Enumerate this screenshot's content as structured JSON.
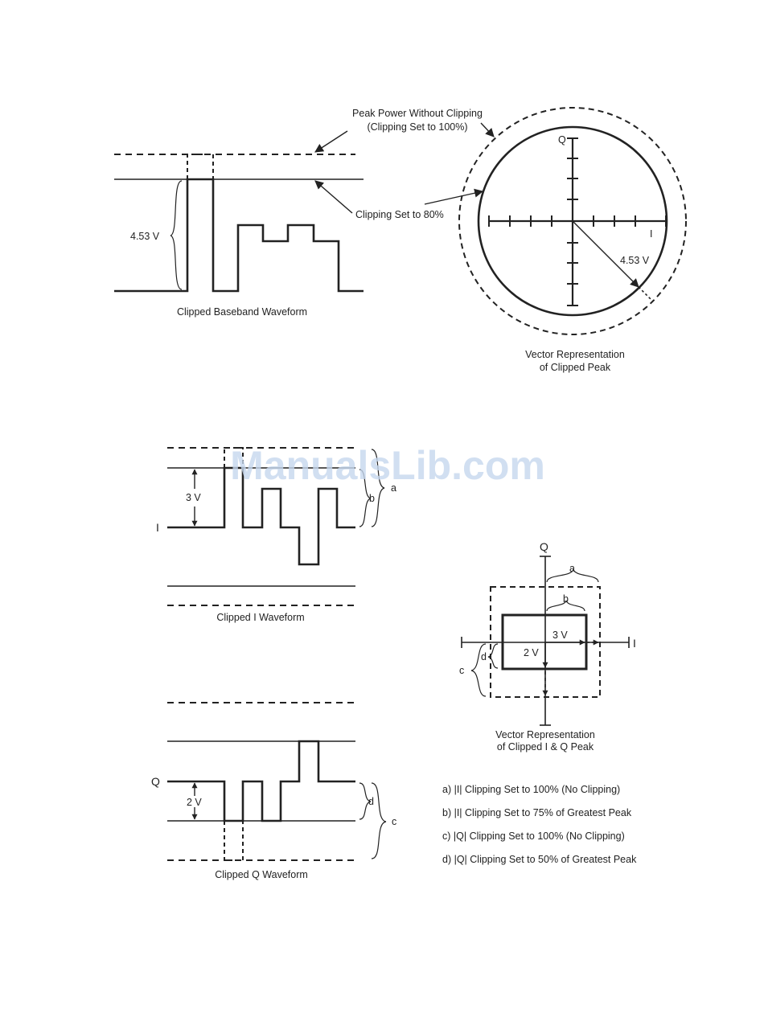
{
  "top": {
    "peak_power_label": "Peak Power Without Clipping",
    "peak_power_sub": "(Clipping Set to 100%)",
    "clipping_80_label": "Clipping Set to 80%",
    "voltage_label": "4.53 V",
    "baseband_caption": "Clipped Baseband Waveform",
    "vector_voltage_label": "4.53 V",
    "q_axis_label": "Q",
    "i_axis_label": "I",
    "vector_caption_1": "Vector Representation",
    "vector_caption_2": "of Clipped Peak"
  },
  "i_waveform": {
    "voltage_label": "3 V",
    "axis_label": "I",
    "brace_b": "b",
    "brace_a": "a",
    "caption": "Clipped I Waveform"
  },
  "q_waveform": {
    "voltage_label": "2 V",
    "axis_label": "Q",
    "brace_d": "d",
    "brace_c": "c",
    "caption": "Clipped Q Waveform"
  },
  "iq_vector": {
    "q_axis_label": "Q",
    "i_axis_label": "I",
    "brace_a": "a",
    "brace_b": "b",
    "brace_c": "c",
    "brace_d": "d",
    "i_voltage": "3 V",
    "q_voltage": "2 V",
    "caption_1": "Vector Representation",
    "caption_2": "of Clipped I & Q Peak"
  },
  "legend": [
    "a)  |I| Clipping Set to 100% (No Clipping)",
    "b)  |I| Clipping Set to 75% of  Greatest Peak",
    "c)  |Q| Clipping Set to 100% (No Clipping)",
    "d)  |Q| Clipping Set to 50% of Greatest Peak"
  ],
  "watermark": "ManualsLib.com",
  "colors": {
    "ink": "#222222",
    "watermark": "#c5d7ee"
  }
}
